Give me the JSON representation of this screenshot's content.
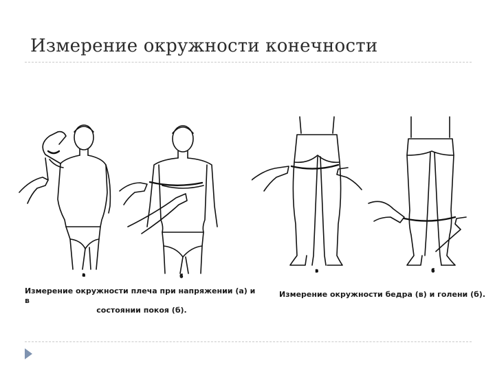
{
  "slide": {
    "title": "Измерение окружности конечности"
  },
  "figures": {
    "left": {
      "caption_line1": "Измерение окружности плеча при напряжении (а) и в",
      "caption_line2": "состоянии покоя (б).",
      "label_a": "а",
      "label_b": "б"
    },
    "right": {
      "caption": "Измерение окружности бедра (в) и голени (б).",
      "label_v": "в",
      "label_b": "б"
    }
  }
}
